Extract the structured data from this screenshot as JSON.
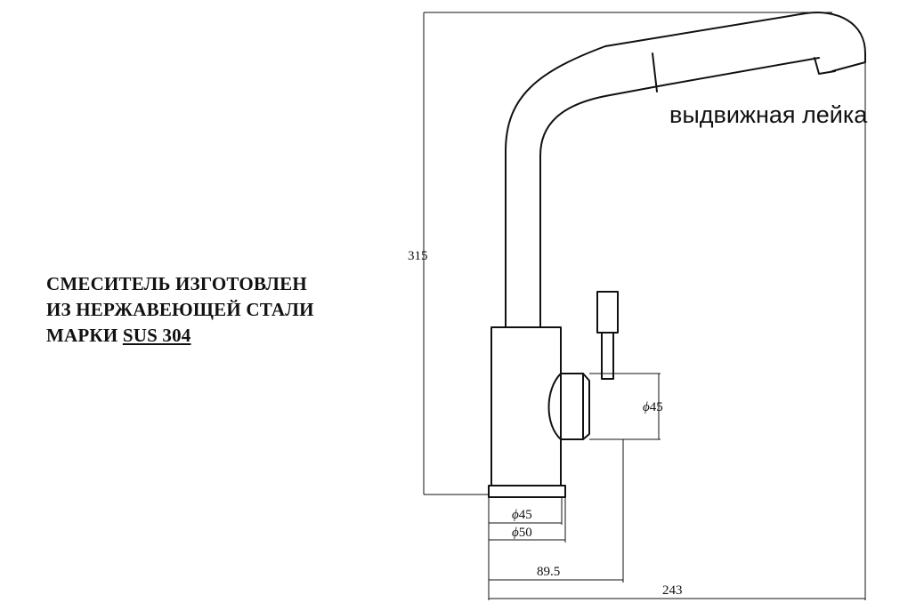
{
  "note": {
    "line1": "СМЕСИТЕЛЬ ИЗГОТОВЛЕН",
    "line2": "ИЗ НЕРЖАВЕЮЩЕЙ СТАЛИ",
    "line3_prefix": "МАРКИ ",
    "line3_material": "SUS 304"
  },
  "callout": {
    "label": "выдвижная лейка"
  },
  "dimensions": {
    "height": "315",
    "handle_diameter_symbol": "ϕ",
    "handle_diameter_value": "45",
    "base_inner_symbol": "ϕ",
    "base_inner_value": "45",
    "base_outer_symbol": "ϕ",
    "base_outer_value": "50",
    "reach_to_handle": "89.5",
    "total_width": "243"
  },
  "colors": {
    "line": "#111111",
    "background": "#ffffff"
  }
}
